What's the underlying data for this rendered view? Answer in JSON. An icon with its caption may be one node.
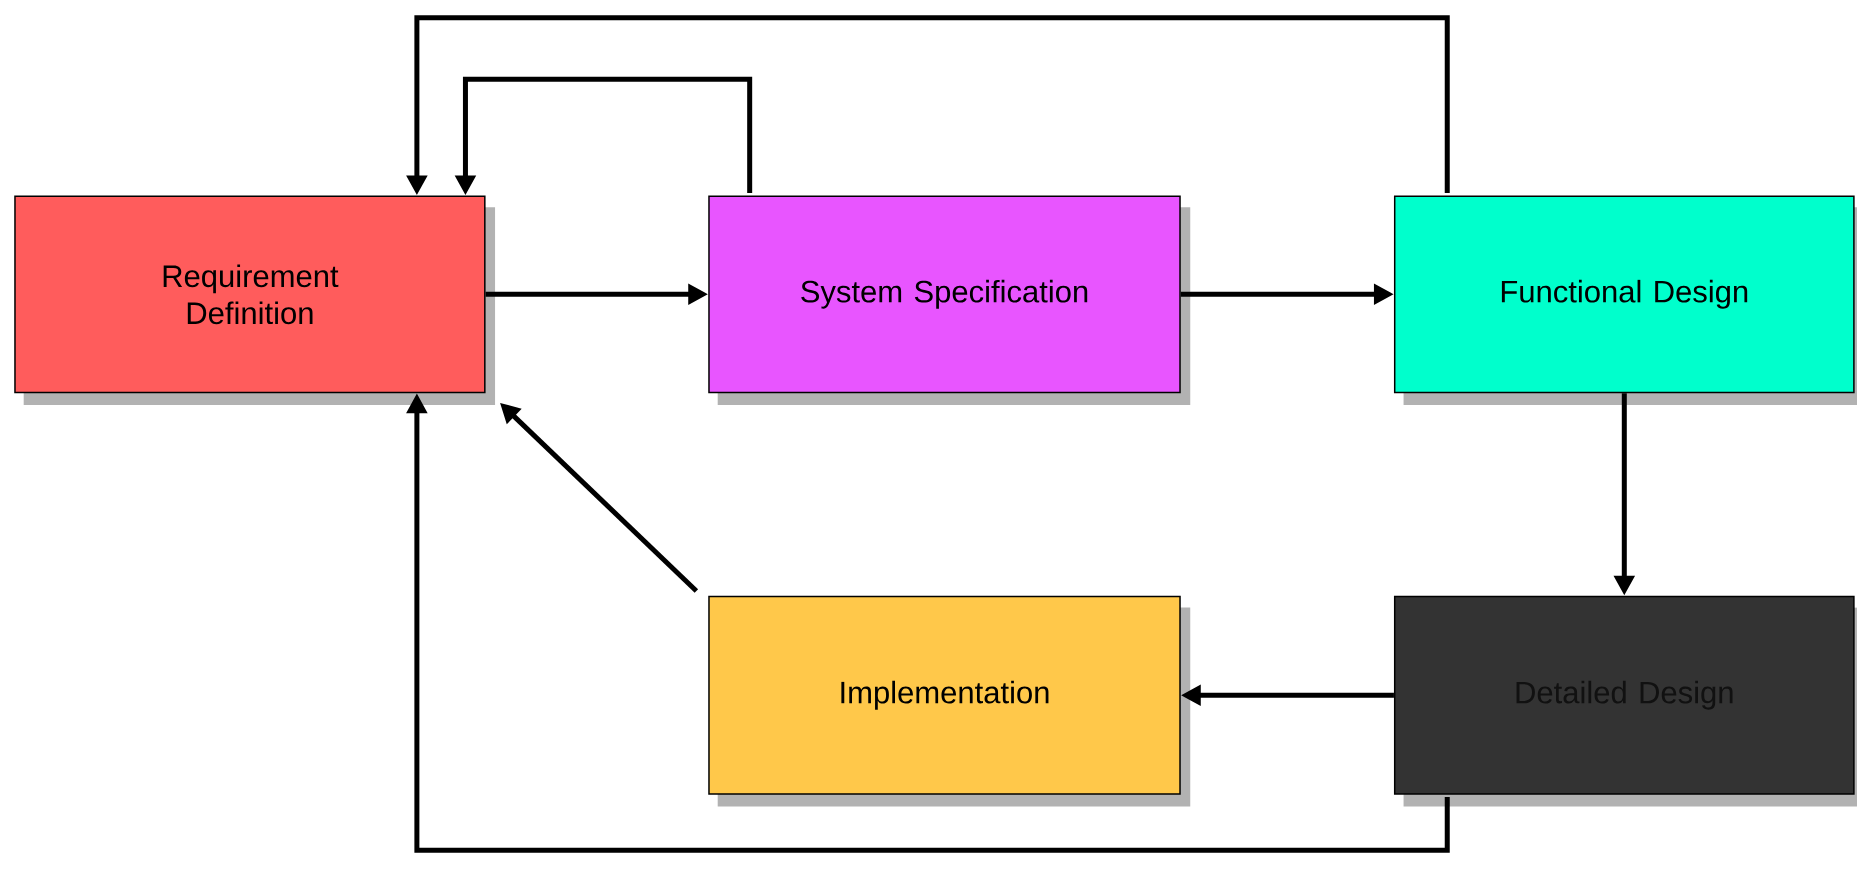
{
  "diagram": {
    "nodes": [
      {
        "text": [
          "Requirement Definition"
        ]
      },
      {
        "text": [
          "System Specification"
        ]
      },
      {
        "text": [
          "Functional Design"
        ]
      },
      {
        "text": [
          "Detailed Design"
        ]
      },
      {
        "text": [
          "Implementation"
        ]
      }
    ],
    "edges": [
      {
        "from": 0,
        "to": 1,
        "arrow": "to"
      },
      {
        "from": 1,
        "to": 2,
        "arrow": "to"
      },
      {
        "from": 2,
        "to": 3,
        "arrow": "to"
      },
      {
        "from": 3,
        "to": 4,
        "arrow": "to"
      },
      {
        "from": 4,
        "to": 0,
        "arrow": "to"
      },
      {
        "from": 1,
        "to": 0,
        "arrow": "to"
      },
      {
        "from": 2,
        "to": 0,
        "arrow": "to"
      },
      {
        "from": 3,
        "to": 0,
        "arrow": "to"
      }
    ]
  }
}
